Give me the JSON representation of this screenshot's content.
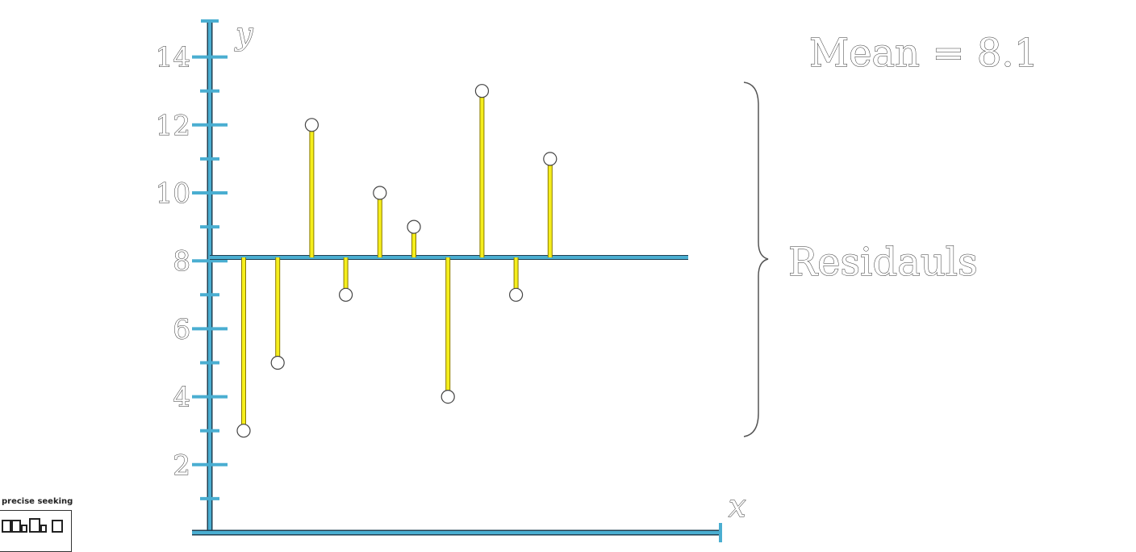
{
  "chart_data": {
    "type": "scatter",
    "xlabel": "x",
    "ylabel": "y",
    "ylim": [
      0,
      15
    ],
    "y_ticks": [
      "2",
      "4",
      "6",
      "8",
      "10",
      "12",
      "14"
    ],
    "x": [
      1,
      2,
      3,
      4,
      5,
      6,
      7,
      8,
      9,
      10
    ],
    "values": [
      3,
      5,
      12,
      7,
      10,
      9,
      4,
      13,
      7,
      11
    ],
    "mean": 8.1,
    "mean_label": "Mean = 8.1",
    "bracket_label": "Residauls",
    "colors": {
      "axis": "#4aaed1",
      "residual": "#f5ee1c",
      "point": "#ffffff"
    }
  },
  "widget": {
    "label": "precise seeking",
    "controls": [
      "skip-back-icon",
      "play-icon",
      "pause-icon",
      "stop-icon",
      "skip-forward-icon"
    ]
  }
}
